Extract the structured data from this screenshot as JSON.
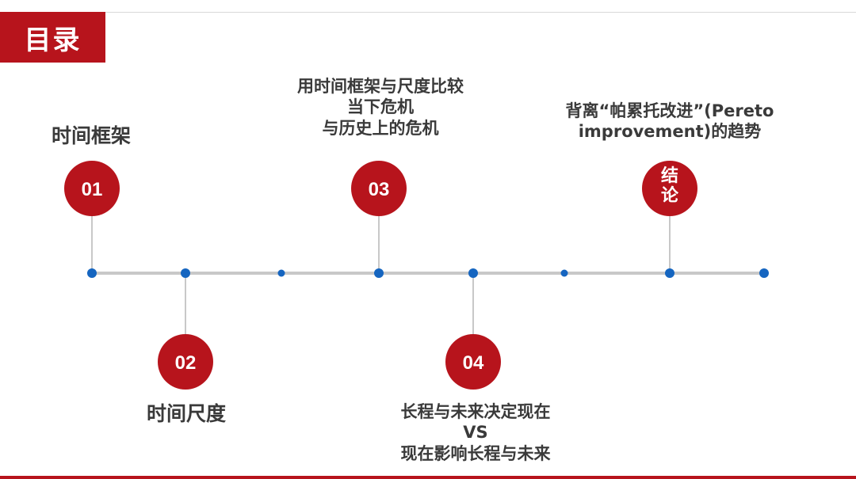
{
  "title": "目录",
  "colors": {
    "accent": "#b7141c",
    "line": "#c8c8c8",
    "dot": "#1565c0",
    "text": "#3a3a3a"
  },
  "items": [
    {
      "badge": "01",
      "label": "时间框架"
    },
    {
      "badge": "02",
      "label": "时间尺度"
    },
    {
      "badge": "03",
      "label": "用时间框架与尺度比较\n当下危机\n与历史上的危机"
    },
    {
      "badge": "04",
      "label": "长程与未来决定现在\nVS\n现在影响长程与未来"
    },
    {
      "badge": "结\n论",
      "label": "背离“帕累托改进”(Pereto\nimprovement)的趋势"
    }
  ]
}
